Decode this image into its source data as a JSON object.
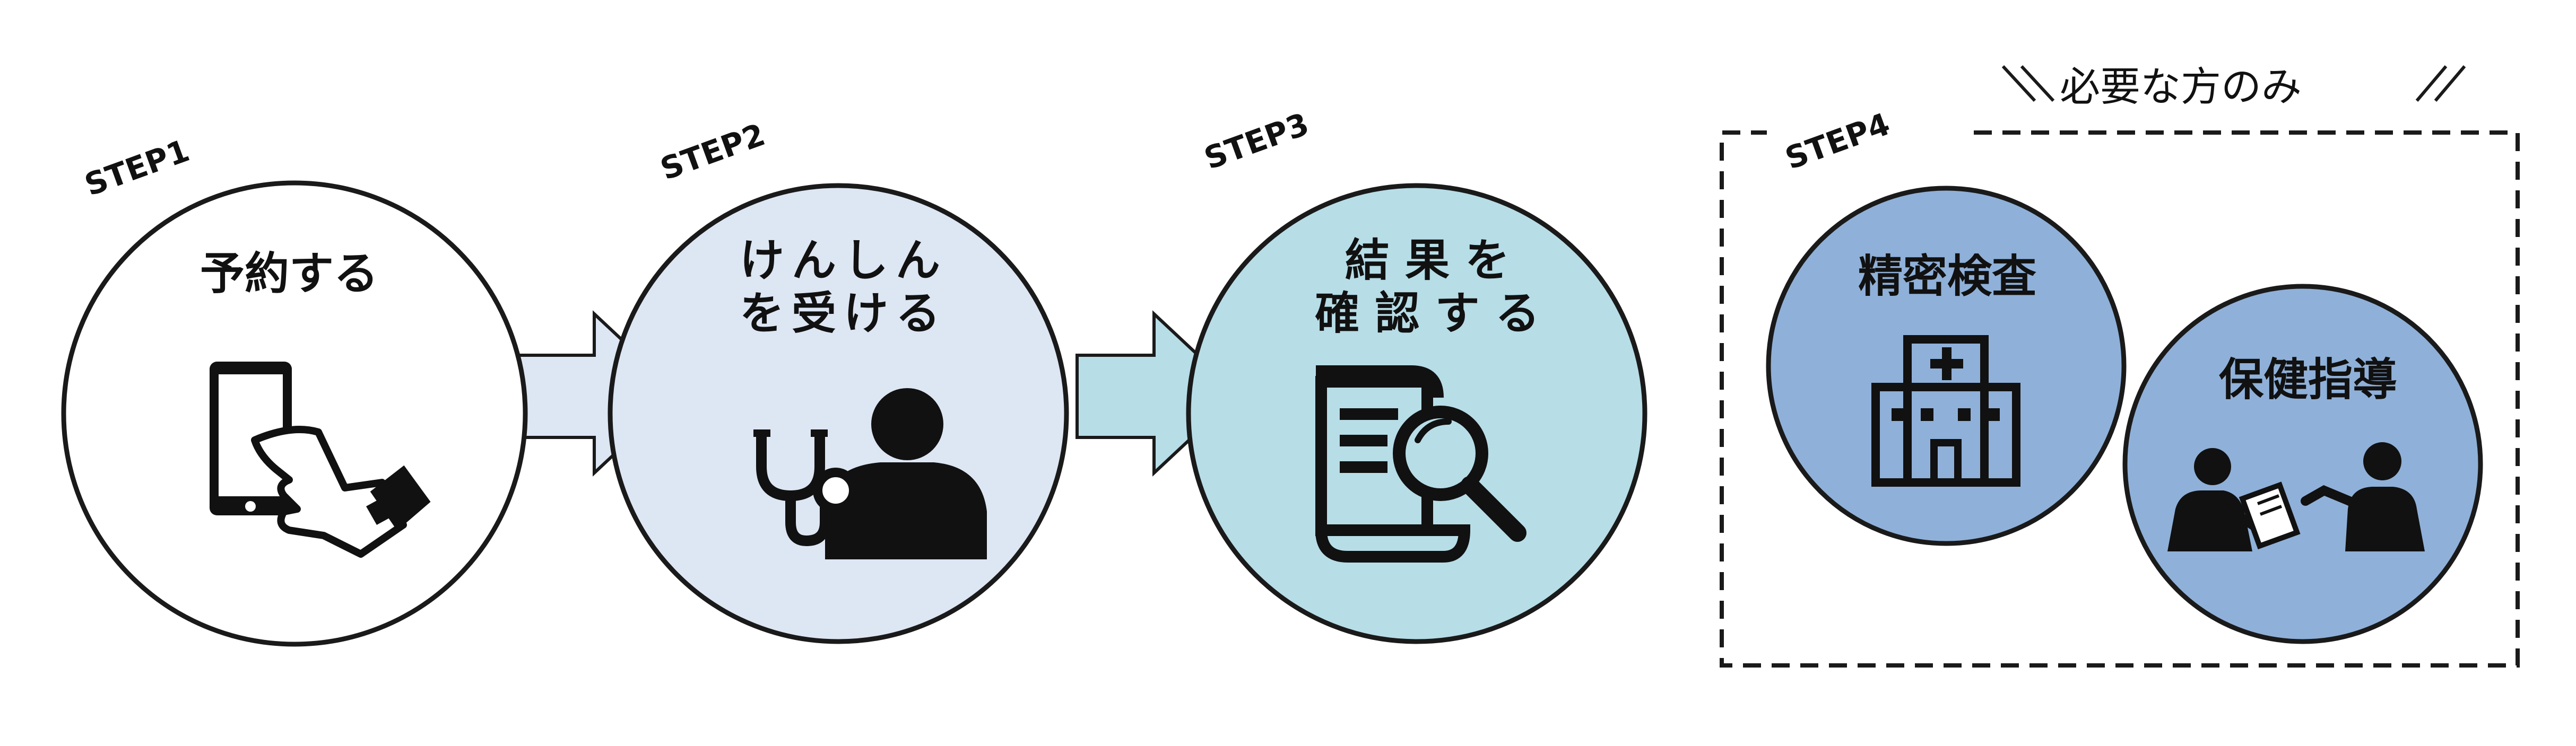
{
  "steps": [
    {
      "label": "STEP1",
      "title_lines": [
        "予約する"
      ],
      "icon": "smartphone-hand-icon",
      "color": "#ffffff"
    },
    {
      "label": "STEP2",
      "title_lines": [
        "けんしん",
        "を受ける"
      ],
      "icon": "doctor-stethoscope-icon",
      "color": "#dde6f3"
    },
    {
      "label": "STEP3",
      "title_lines": [
        "結 果 を",
        "確 認 す る"
      ],
      "icon": "document-search-icon",
      "color": "#b7dde7"
    }
  ],
  "step4": {
    "label": "STEP4",
    "note": "必要な方のみ",
    "items": [
      {
        "title": "精密検査",
        "icon": "hospital-icon",
        "color": "#8fb0d8"
      },
      {
        "title": "保健指導",
        "icon": "consultation-icon",
        "color": "#8fb0d8"
      }
    ]
  },
  "colors": {
    "stroke": "#1a1a1a",
    "arrow1": "#dde6f3",
    "arrow2": "#b7dde7"
  }
}
